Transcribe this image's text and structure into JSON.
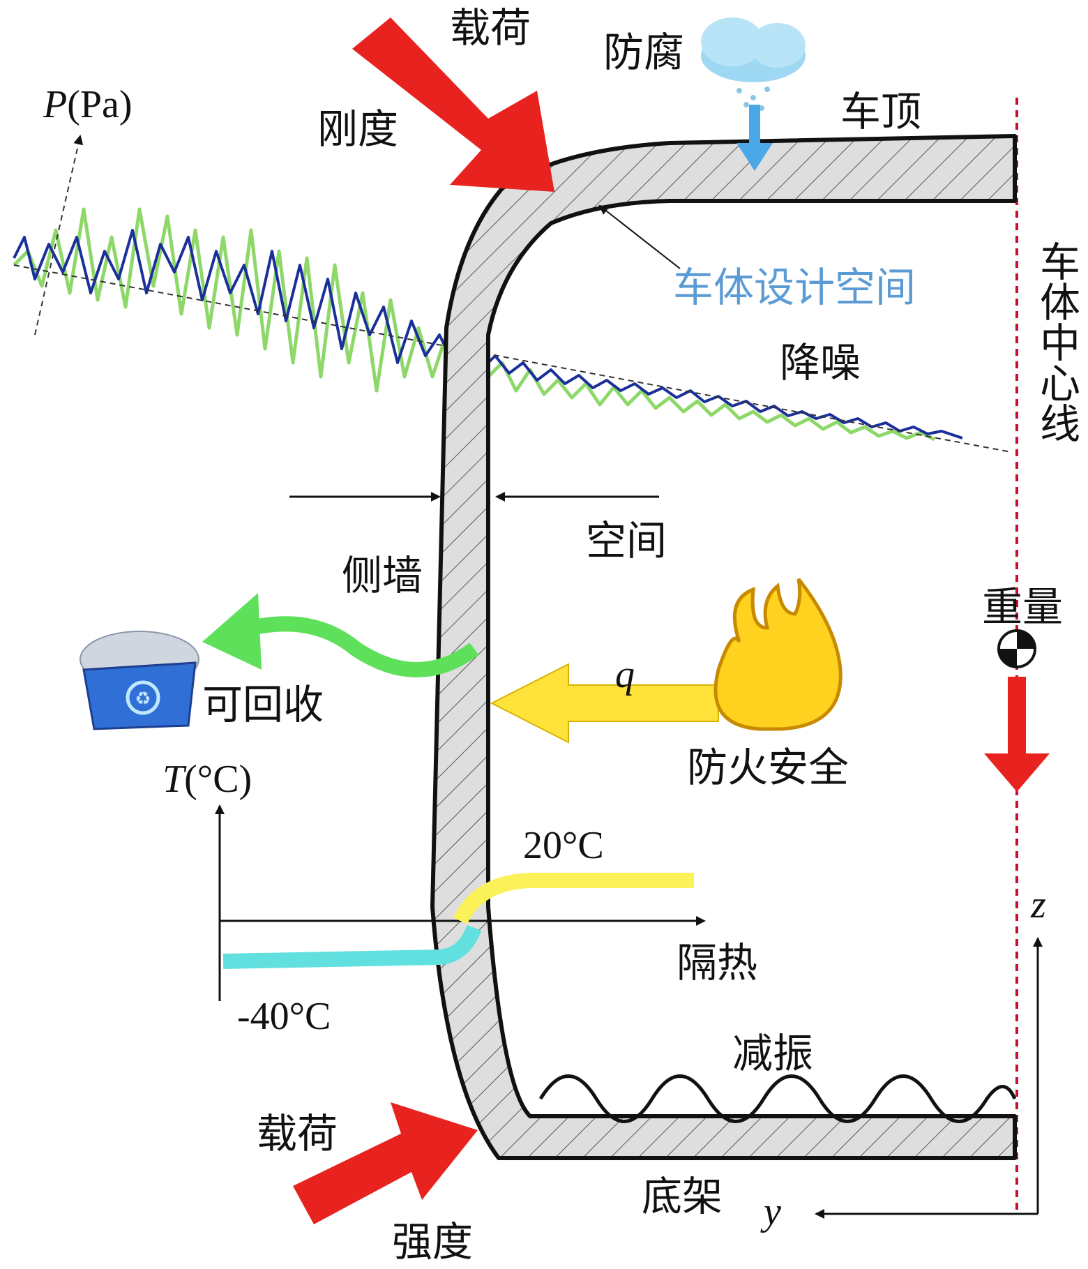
{
  "labels": {
    "load_top": "载荷",
    "anticorrosion": "防腐",
    "stiffness": "刚度",
    "roof": "车顶",
    "pressure_axis_italic": "P",
    "pressure_axis_unit": "(Pa)",
    "design_space": "车体设计空间",
    "noise_reduction": "降噪",
    "centerline": "车体中心线",
    "space": "空间",
    "side_wall": "侧墙",
    "weight": "重量",
    "recyclable": "可回收",
    "heat_flux": "q",
    "fire_safety": "防火安全",
    "temp_axis_italic": "T",
    "temp_axis_unit": "(°C)",
    "temp_high": "20°C",
    "temp_low": "-40°C",
    "insulation": "隔热",
    "z_axis": "z",
    "vibration_damping": "减振",
    "load_bottom": "载荷",
    "underframe": "底架",
    "y_axis": "y",
    "strength": "强度"
  },
  "colors": {
    "load_arrow": "#e8231f",
    "design_space_text": "#5b9bd5",
    "recycle_arrow": "#5fe05a",
    "heat_arrow": "#ffe23a",
    "cold_band": "#62e0e0",
    "warm_band": "#fbf25a",
    "noise_green": "#8ed86a",
    "noise_blue": "#1a2f9a",
    "centerline": "#c8102e",
    "shell_fill": "#dcdcdc",
    "rain_arrow": "#4aa7e8"
  }
}
